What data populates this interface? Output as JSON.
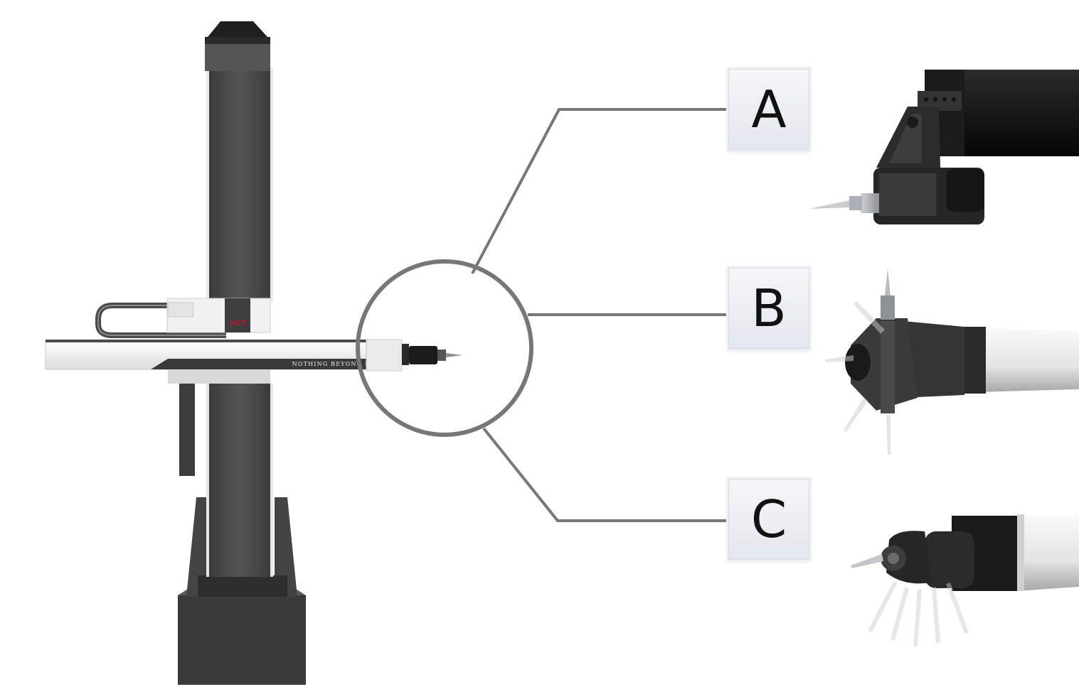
{
  "callouts": [
    {
      "letter": "A"
    },
    {
      "letter": "B"
    },
    {
      "letter": "C"
    }
  ],
  "machine": {
    "arm_slogan": "NOTHING BEYOND MEASURE",
    "logo_text": "ACT"
  },
  "colors": {
    "connector": "#777777",
    "column_dark": "#4a4a4a",
    "arm_white": "#f2f2f2",
    "logo_red": "#c8102e"
  }
}
